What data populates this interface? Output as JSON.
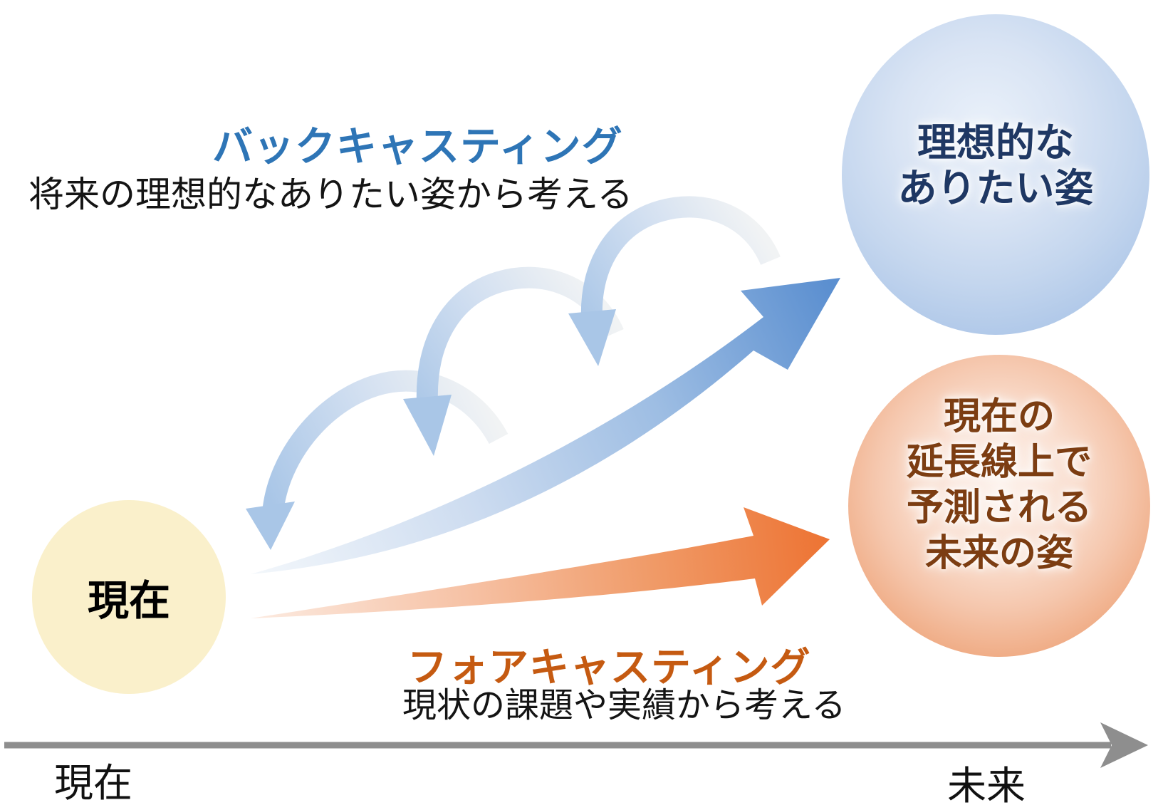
{
  "colors": {
    "blue-accent": "#2E75B6",
    "orange-accent": "#C55A11",
    "arrow-blue": "#5B8FD0",
    "arrow-blue-light": "#ADC8E8",
    "arrow-orange": "#ED7434",
    "axis-gray": "#8E8E8E",
    "ideal-text": "#1F3864",
    "projected-text": "#7C3D12",
    "present-fill": "#FAF0CB"
  },
  "backcasting": {
    "title": "バックキャスティング",
    "subtitle": "将来の理想的なありたい姿から考える"
  },
  "forecasting": {
    "title": "フォアキャスティング",
    "subtitle": "現状の課題や実績から考える"
  },
  "nodes": {
    "present": {
      "label": "現在"
    },
    "ideal_future": {
      "label": "理想的な\nありたい姿"
    },
    "projected_future": {
      "label": "現在の\n延長線上で\n予測される\n未来の姿"
    }
  },
  "time_axis": {
    "left_label": "現在",
    "right_label": "未来"
  }
}
